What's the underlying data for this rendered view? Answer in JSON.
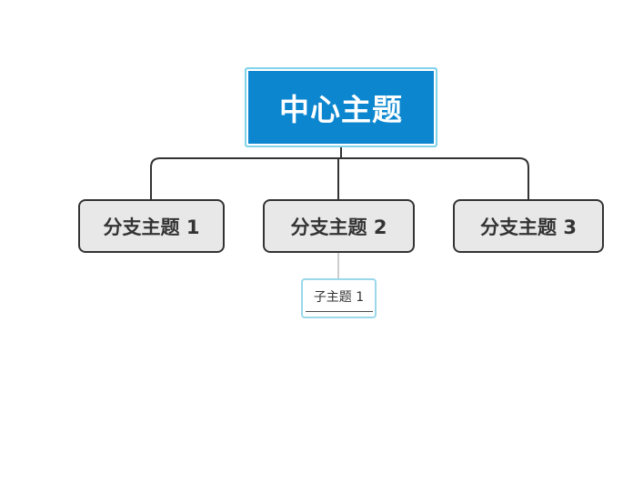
{
  "mindmap": {
    "central_topic": "中心主题",
    "branches": [
      {
        "label": "分支主题 1"
      },
      {
        "label": "分支主题 2"
      },
      {
        "label": "分支主题 3"
      }
    ],
    "subtopics": [
      {
        "label": "子主题 1",
        "parent": "分支主题 2"
      }
    ]
  },
  "colors": {
    "central_fill": "#0b86cf",
    "central_border": "#7fd3ea",
    "branch_fill": "#e8e8e8",
    "branch_border": "#333333",
    "subtopic_border": "#9ad8ea",
    "connector": "#333333"
  }
}
